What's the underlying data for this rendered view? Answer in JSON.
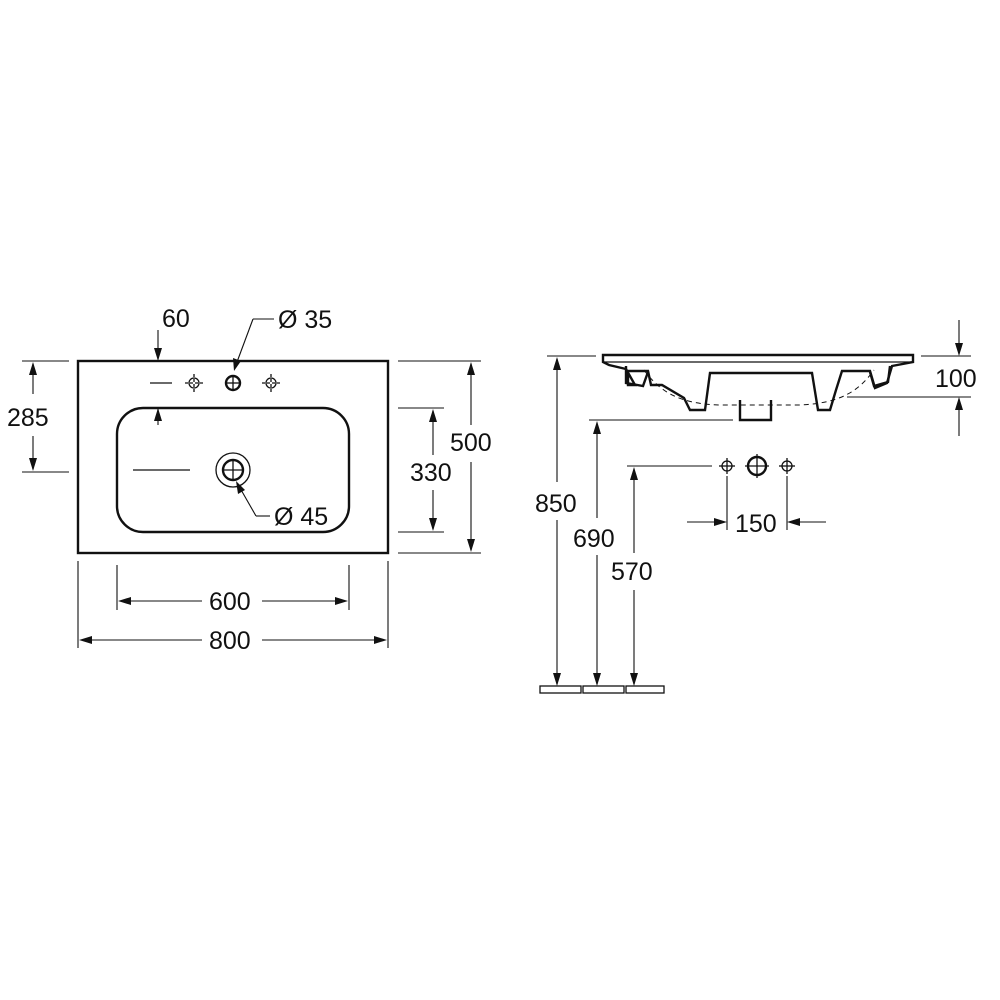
{
  "top_view": {
    "tap_hole_offset": "60",
    "tap_hole_diameter": "Ø 35",
    "basin_depth_offset": "285",
    "overall_depth": "500",
    "bowl_depth": "330",
    "drain_diameter": "Ø 45",
    "bowl_width": "600",
    "overall_width": "800"
  },
  "side_view": {
    "basin_height": "100",
    "rim_height": "850",
    "waste_height": "690",
    "tap_height": "570",
    "tap_spacing": "150"
  }
}
